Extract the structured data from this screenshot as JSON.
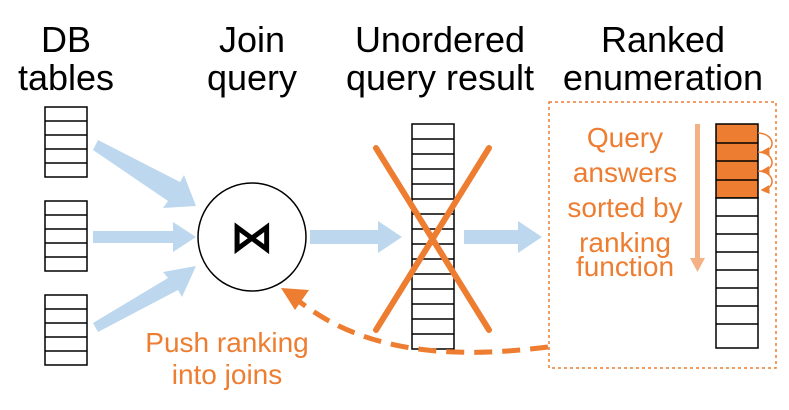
{
  "columns": [
    {
      "line1": "DB",
      "line2": "tables"
    },
    {
      "line1": "Join",
      "line2": "query"
    },
    {
      "line1": "Unordered",
      "line2": "query result"
    },
    {
      "line1": "Ranked",
      "line2": "enumeration"
    }
  ],
  "sorted_label": [
    "Query",
    "answers",
    "sorted by",
    "ranking",
    "function"
  ],
  "push_label": [
    "Push ranking",
    "into joins"
  ],
  "join_symbol": "⋈",
  "colors": {
    "orange": "#ED7D31",
    "light_orange": "#F4B183",
    "light_blue": "#BDD7EE",
    "black": "#000000"
  }
}
